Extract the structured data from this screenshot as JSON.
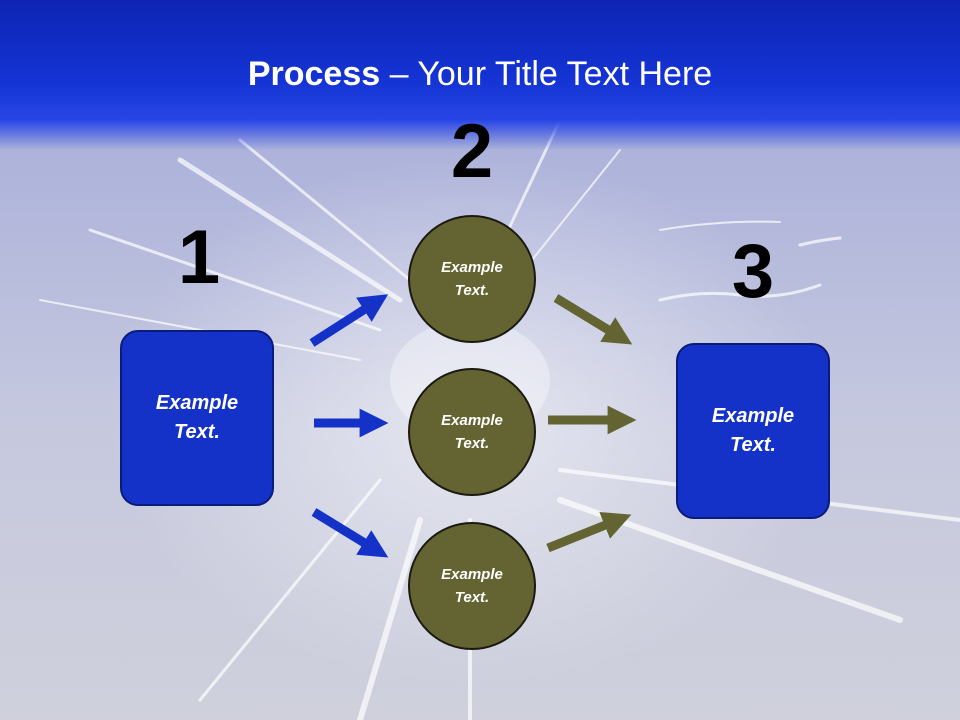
{
  "title": {
    "bold": "Process",
    "rest": " – Your Title Text Here"
  },
  "steps": {
    "one": "1",
    "two": "2",
    "three": "3"
  },
  "left_box": {
    "text": "Example Text."
  },
  "right_box": {
    "text": "Example Text."
  },
  "circles": [
    {
      "text": "Example Text."
    },
    {
      "text": "Example Text."
    },
    {
      "text": "Example Text."
    }
  ],
  "colors": {
    "box": "#1432c8",
    "circle": "#646433",
    "blue_arrow": "#1432c8",
    "olive_arrow": "#646433"
  }
}
